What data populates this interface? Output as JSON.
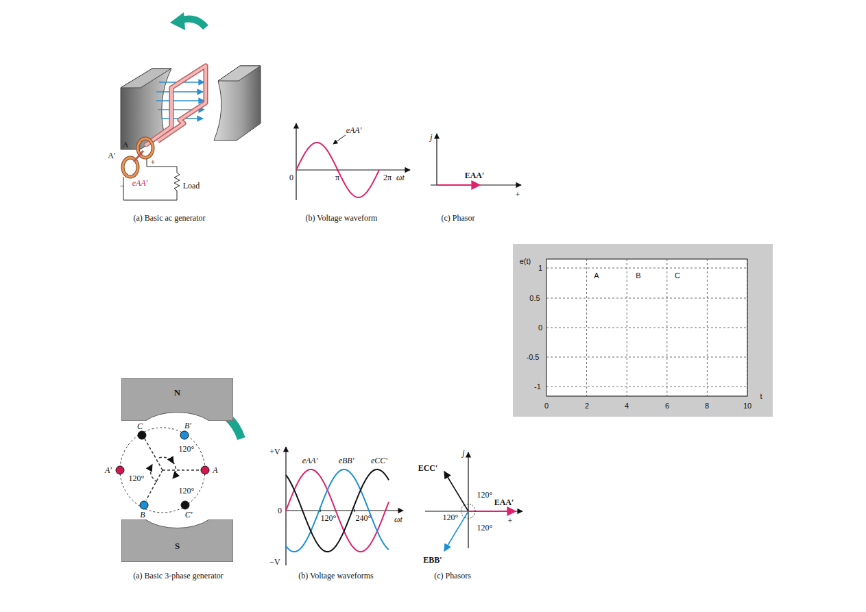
{
  "diagram": {
    "nodes": [
      {
        "text": [
          "N"
        ]
      },
      {
        "text": [
          "S"
        ]
      }
    ],
    "labels": [
      "A",
      "A′",
      "+",
      "−",
      "eAA′",
      "Load",
      "(a) Basic ac generator",
      "eAA′",
      "0",
      "π",
      "2π",
      "ωt",
      "(b) Voltage waveform",
      "j",
      "EAA′",
      "+",
      "(c) Phasor",
      "e(t)",
      "1",
      "0.5",
      "0",
      "-0.5",
      "-1",
      "0",
      "2",
      "4",
      "6",
      "8",
      "10",
      "t",
      "A",
      "B",
      "C",
      "C",
      "B′",
      "A′",
      "120°",
      "120°",
      "A",
      "120°",
      "B",
      "C′",
      "(a) Basic 3-phase generator",
      "+V",
      "0",
      "−V",
      "eAA′",
      "eBB′",
      "eCC′",
      "120°",
      "240°",
      "ωt",
      "(b) Voltage waveforms",
      "ECC′",
      "j",
      "120°",
      "120°",
      "EAA′",
      "120°",
      "+",
      "EBB′",
      "(c) Phasors"
    ]
  }
}
